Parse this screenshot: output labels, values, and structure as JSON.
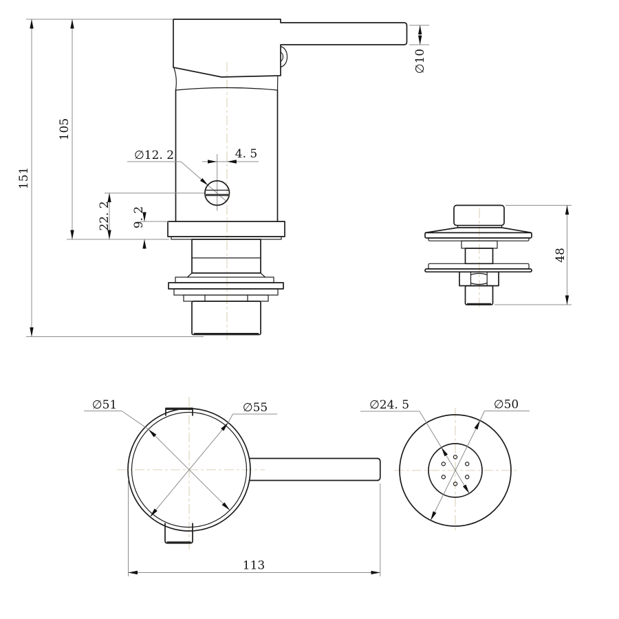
{
  "drawing": {
    "type": "engineering-drawing",
    "subject": "basin mixer tap - dimensioned orthographic views",
    "background": "#ffffff",
    "object_line_color": "#1b1b1b",
    "dimension_line_color": "#8c8c8c",
    "centerline_color": "#ddd1b8",
    "views": {
      "front": {
        "overall_height": "151",
        "height_to_deck": "105",
        "screw_to_deck": "22. 2",
        "flange_height": "9. 2",
        "screw_diameter": "∅12. 2",
        "screw_offset": "4. 5",
        "lever_diameter": "∅10"
      },
      "side": {
        "cartridge_height": "48"
      },
      "top": {
        "inner_diameter": "∅51",
        "outer_diameter": "∅55",
        "overall_length": "113"
      },
      "bottom": {
        "inner_diameter": "∅24. 5",
        "outer_diameter": "∅50"
      }
    }
  }
}
